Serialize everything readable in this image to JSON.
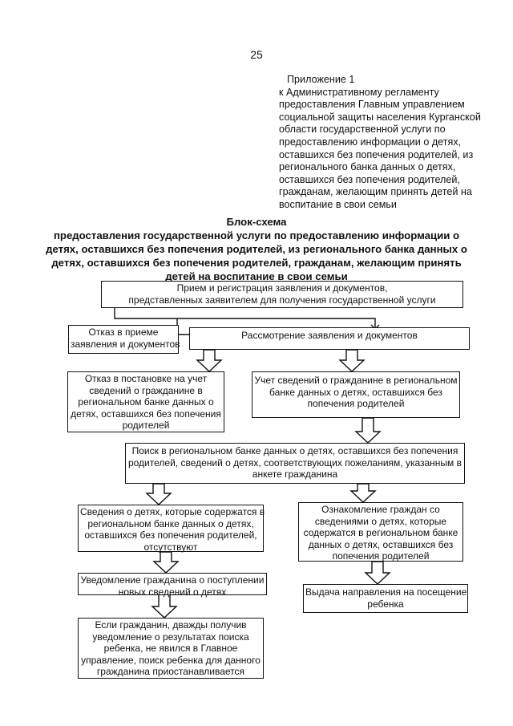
{
  "page_number": "25",
  "appendix": {
    "heading": "Приложение 1",
    "lines": [
      "к Административному регламенту",
      "предоставления Главным управлением",
      "социальной защиты населения Курганской",
      "области государственной услуги по",
      "предоставлению информации о детях,",
      "оставшихся без попечения родителей, из",
      "регионального банка данных о детях,",
      "оставшихся без попечения родителей,",
      "гражданам, желающим принять детей на",
      "воспитание в свои семьи"
    ]
  },
  "title": {
    "lines": [
      "Блок-схема",
      "предоставления государственной услуги по предоставлению информации о",
      "детях, оставшихся без попечения родителей, из регионального банка данных о",
      "детях, оставшихся без попечения родителей, гражданам, желающим принять",
      "детей на воспитание в свои семьи"
    ]
  },
  "flow": {
    "reception": [
      "Прием и регистрация заявления и документов,",
      "представленных заявителем для получения государственной услуги"
    ],
    "refusal_acceptance": [
      "Отказ в приеме",
      "заявления и документов"
    ],
    "consideration": [
      "Рассмотрение заявления и документов"
    ],
    "refusal_registration": [
      "Отказ в постановке на учет",
      "сведений о гражданине в",
      "региональном банке данных о",
      "детях, оставшихся без попечения",
      "родителей"
    ],
    "registration": [
      "Учет сведений о гражданине в региональном",
      "банке данных о детях, оставшихся без",
      "попечения родителей"
    ],
    "search": [
      "Поиск в региональном банке данных о детях, оставшихся без попечения",
      "родителей, сведений о детях, соответствующих пожеланиям, указанным в",
      "анкете гражданина"
    ],
    "no_info": [
      "Сведения о детях, которые содержатся в",
      "региональном банке данных о детях,",
      "оставшихся без попечения родителей,",
      "отсутствуют"
    ],
    "familiarization": [
      "Ознакомление граждан со",
      "сведениями о детях, которые",
      "содержатся в региональном банке",
      "данных о детях, оставшихся без",
      "попечения родителей"
    ],
    "notification": [
      "Уведомление гражданина о поступлении",
      "новых сведений о детях"
    ],
    "referral": [
      "Выдача направления на посещение",
      "ребенка"
    ],
    "suspension": [
      "Если гражданин, дважды получив",
      "уведомление о результатах поиска",
      "ребенка, не явился в Главное",
      "управление, поиск ребенка для данного",
      "гражданина приостанавливается"
    ]
  }
}
